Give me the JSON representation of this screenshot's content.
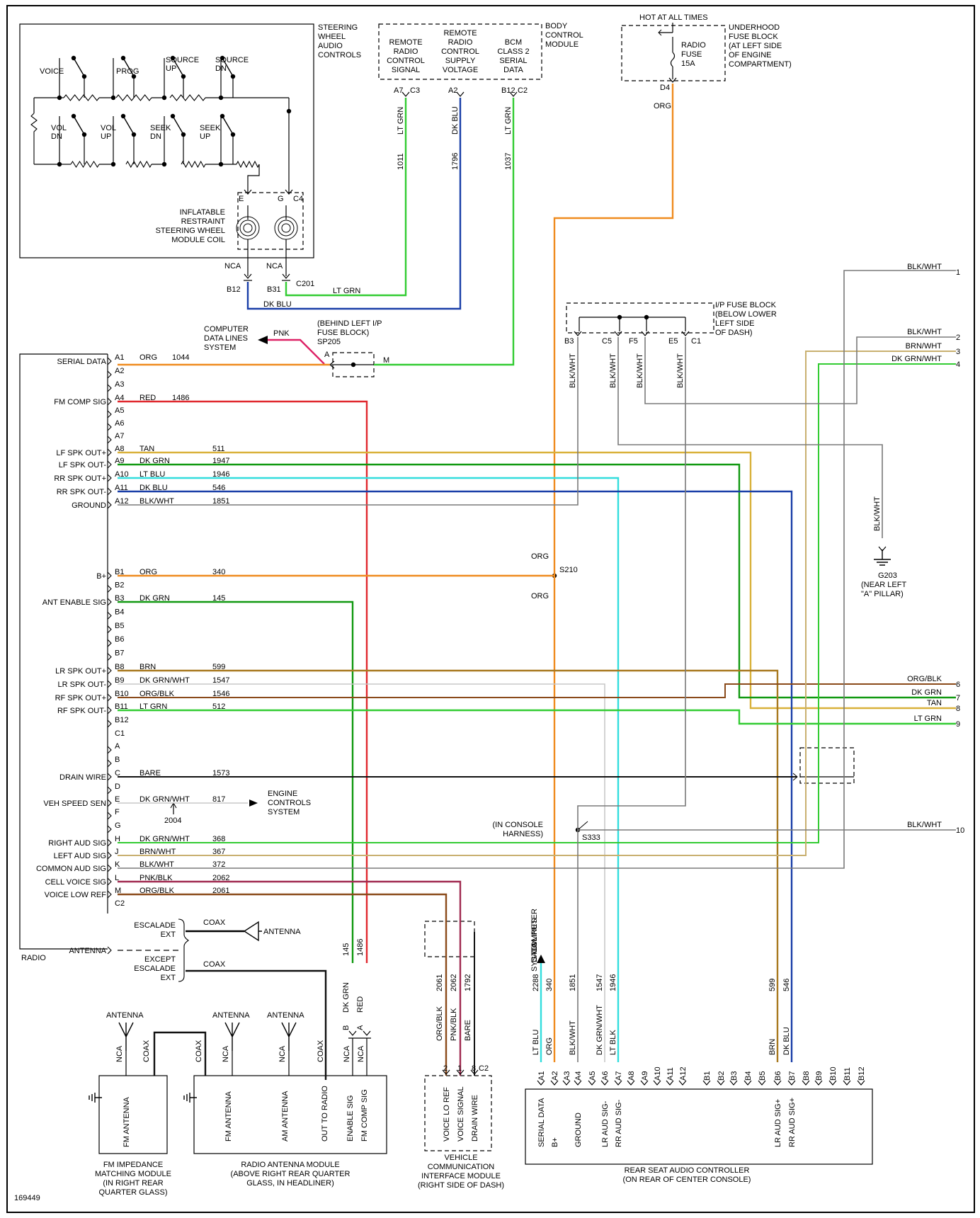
{
  "diagram_id": "169449",
  "swc": {
    "title": [
      "STEERING",
      "WHEEL",
      "AUDIO",
      "CONTROLS"
    ],
    "sw_top": [
      [
        "VOICE"
      ],
      [
        "PROG"
      ],
      [
        "SOURCE",
        "UP"
      ],
      [
        "SOURCE",
        "DN"
      ]
    ],
    "sw_bot": [
      [
        "VOL",
        "DN"
      ],
      [
        "VOL",
        "UP"
      ],
      [
        "SEEK",
        "DN"
      ],
      [
        "SEEK",
        "UP"
      ]
    ],
    "coil": [
      "INFLATABLE",
      "RESTRAINT",
      "STEERING WHEEL",
      "MODULE COIL"
    ],
    "pin_e": "E",
    "pin_g": "G",
    "conn_c4": "C4",
    "nca1": "NCA",
    "nca2": "NCA",
    "b12": "B12",
    "b31": "B31",
    "c201": "C201",
    "ltgrn": "LT GRN",
    "dkblu": "DK BLU"
  },
  "bcm": {
    "title": [
      "BODY",
      "CONTROL",
      "MODULE"
    ],
    "cols": [
      {
        "label": [
          "REMOTE",
          "RADIO",
          "CONTROL",
          "SIGNAL"
        ],
        "pin": "A7",
        "conn": "C3",
        "color": "LT GRN",
        "circuit": "1011"
      },
      {
        "label": [
          "REMOTE",
          "RADIO",
          "CONTROL",
          "SUPPLY",
          "VOLTAGE"
        ],
        "pin": "A2",
        "conn": "",
        "color": "DK BLU",
        "circuit": "1796"
      },
      {
        "label": [
          "BCM",
          "CLASS 2",
          "SERIAL",
          "DATA"
        ],
        "pin": "B12",
        "conn": "C2",
        "color": "LT GRN",
        "circuit": "1037"
      }
    ]
  },
  "fuse": {
    "hot": "HOT AT ALL TIMES",
    "name": [
      "RADIO",
      "FUSE",
      "15A"
    ],
    "loc": [
      "UNDERHOOD",
      "FUSE BLOCK",
      "(AT LEFT SIDE",
      "OF ENGINE",
      "COMPARTMENT)"
    ],
    "pin": "D4",
    "wire": "ORG"
  },
  "ipfuse": {
    "loc": [
      "I/P FUSE BLOCK",
      "(BELOW LOWER",
      "LEFT SIDE",
      "OF DASH)"
    ],
    "pins": [
      "B3",
      "C5",
      "F5",
      "E5",
      "C1"
    ],
    "wire": "BLK/WHT"
  },
  "computer_top": [
    "COMPUTER",
    "DATA LINES",
    "SYSTEM"
  ],
  "sp205": {
    "loc": [
      "(BEHIND LEFT I/P",
      "FUSE BLOCK)",
      "SP205"
    ],
    "wire": "PNK",
    "pa": "A",
    "pm": "M"
  },
  "radio": {
    "name": "RADIO",
    "rows": [
      {
        "pin": "A1",
        "label": "SERIAL DATA",
        "color": "ORG",
        "circuit": "1044"
      },
      {
        "pin": "A2",
        "label": "",
        "color": "",
        "circuit": ""
      },
      {
        "pin": "A3",
        "label": "",
        "color": "",
        "circuit": ""
      },
      {
        "pin": "A4",
        "label": "FM COMP SIG",
        "color": "RED",
        "circuit": "1486"
      },
      {
        "pin": "A5",
        "label": "",
        "color": "",
        "circuit": ""
      },
      {
        "pin": "A6",
        "label": "",
        "color": "",
        "circuit": ""
      },
      {
        "pin": "A7",
        "label": "",
        "color": "",
        "circuit": ""
      },
      {
        "pin": "A8",
        "label": "LF SPK OUT+",
        "color": "TAN",
        "circuit": "511"
      },
      {
        "pin": "A9",
        "label": "LF SPK OUT-",
        "color": "DK GRN",
        "circuit": "1947"
      },
      {
        "pin": "A10",
        "label": "RR SPK OUT+",
        "color": "LT BLU",
        "circuit": "1946"
      },
      {
        "pin": "A11",
        "label": "RR SPK OUT-",
        "color": "DK BLU",
        "circuit": "546"
      },
      {
        "pin": "A12",
        "label": "GROUND",
        "color": "BLK/WHT",
        "circuit": "1851"
      },
      {
        "pin": "B1",
        "label": "B+",
        "color": "ORG",
        "circuit": "340"
      },
      {
        "pin": "B2",
        "label": "",
        "color": "",
        "circuit": ""
      },
      {
        "pin": "B3",
        "label": "ANT ENABLE SIG",
        "color": "DK GRN",
        "circuit": "145"
      },
      {
        "pin": "B4",
        "label": "",
        "color": "",
        "circuit": ""
      },
      {
        "pin": "B5",
        "label": "",
        "color": "",
        "circuit": ""
      },
      {
        "pin": "B6",
        "label": "",
        "color": "",
        "circuit": ""
      },
      {
        "pin": "B7",
        "label": "",
        "color": "",
        "circuit": ""
      },
      {
        "pin": "B8",
        "label": "LR SPK OUT+",
        "color": "BRN",
        "circuit": "599"
      },
      {
        "pin": "B9",
        "label": "LR SPK OUT-",
        "color": "DK GRN/WHT",
        "circuit": "1547"
      },
      {
        "pin": "B10",
        "label": "RF SPK OUT+",
        "color": "ORG/BLK",
        "circuit": "1546"
      },
      {
        "pin": "B11",
        "label": "RF SPK OUT-",
        "color": "LT GRN",
        "circuit": "512"
      },
      {
        "pin": "B12",
        "label": "",
        "color": "",
        "circuit": ""
      },
      {
        "pin": "C1",
        "label": "",
        "color": "",
        "circuit": ""
      },
      {
        "pin": "A",
        "label": "",
        "color": "",
        "circuit": ""
      },
      {
        "pin": "B",
        "label": "",
        "color": "",
        "circuit": ""
      },
      {
        "pin": "C",
        "label": "DRAIN WIRE",
        "color": "BARE",
        "circuit": "1573"
      },
      {
        "pin": "D",
        "label": "",
        "color": "",
        "circuit": ""
      },
      {
        "pin": "E",
        "label": "VEH SPEED SEN",
        "color": "DK GRN/WHT",
        "circuit": "817"
      },
      {
        "pin": "F",
        "label": "",
        "color": "",
        "circuit": ""
      },
      {
        "pin": "G",
        "label": "",
        "color": "",
        "circuit": ""
      },
      {
        "pin": "H",
        "label": "RIGHT AUD SIG",
        "color": "DK GRN/WHT",
        "circuit": "368"
      },
      {
        "pin": "J",
        "label": "LEFT AUD SIG",
        "color": "BRN/WHT",
        "circuit": "367"
      },
      {
        "pin": "K",
        "label": "COMMON AUD SIG",
        "color": "BLK/WHT",
        "circuit": "372"
      },
      {
        "pin": "L",
        "label": "CELL VOICE SIG",
        "color": "PNK/BLK",
        "circuit": "2062"
      },
      {
        "pin": "M",
        "label": "VOICE LOW REF",
        "color": "ORG/BLK",
        "circuit": "2061"
      },
      {
        "pin": "C2",
        "label": "",
        "color": "",
        "circuit": ""
      }
    ],
    "antenna": "ANTENNA",
    "engine": [
      "ENGINE",
      "CONTROLS",
      "SYSTEM"
    ],
    "vss_circuit": "2004"
  },
  "s210": {
    "name": "S210",
    "top": "ORG",
    "bot": "ORG"
  },
  "s333": {
    "name": "S333",
    "loc": [
      "(IN CONSOLE",
      "HARNESS)"
    ]
  },
  "g203": {
    "wire": "BLK/WHT",
    "name": "G203",
    "loc": [
      "(NEAR LEFT",
      "\"A\" PILLAR)"
    ]
  },
  "refs": [
    {
      "label": "BLK/WHT",
      "num": "1"
    },
    {
      "label": "BLK/WHT",
      "num": "2"
    },
    {
      "label": "BRN/WHT",
      "num": "3"
    },
    {
      "label": "DK GRN/WHT",
      "num": "4"
    },
    {
      "label": "ORG/BLK",
      "num": "6"
    },
    {
      "label": "DK GRN",
      "num": "7"
    },
    {
      "label": "TAN",
      "num": "8"
    },
    {
      "label": "LT GRN",
      "num": "9"
    },
    {
      "label": "BLK/WHT",
      "num": "10"
    }
  ],
  "coax": {
    "escalade": [
      "ESCALADE",
      "EXT"
    ],
    "except": [
      "EXCEPT",
      "ESCALADE",
      "EXT"
    ],
    "coax": "COAX",
    "antenna": "ANTENNA"
  },
  "fm_mod": {
    "label": "FM ANTENNA",
    "name": [
      "FM IMPEDANCE",
      "MATCHING MODULE",
      "(IN RIGHT REAR",
      "QUARTER GLASS)"
    ],
    "antenna": "ANTENNA",
    "nca": "NCA",
    "coax": "COAX"
  },
  "ram": {
    "name": [
      "RADIO ANTENNA MODULE",
      "(ABOVE RIGHT REAR QUARTER",
      "GLASS, IN HEADLINER)"
    ],
    "labels": [
      "FM ANTENNA",
      "AM ANTENNA",
      "OUT TO RADIO",
      "ENABLE SIG",
      "FM COMP SIG"
    ],
    "antenna": "ANTENNA",
    "nca": "NCA",
    "coax": "COAX",
    "wires": [
      {
        "circuit": "145",
        "color": "DK GRN",
        "pin": "B"
      },
      {
        "circuit": "1486",
        "color": "RED",
        "pin": "A"
      }
    ]
  },
  "vcim": {
    "name": [
      "VEHICLE",
      "COMMUNICATION",
      "INTERFACE MODULE",
      "(RIGHT SIDE OF DASH)"
    ],
    "labels": [
      "VOICE LO REF",
      "VOICE SIGNAL",
      "DRAIN WIRE"
    ],
    "wires": [
      {
        "circuit": "2061",
        "color": "ORG/BLK",
        "pin": "2"
      },
      {
        "circuit": "2062",
        "color": "PNK/BLK",
        "pin": "1"
      },
      {
        "circuit": "1792",
        "color": "BARE",
        "pin": "8"
      }
    ],
    "conn": "C2"
  },
  "computer_bot": [
    "COMPUTER",
    "DATA LINES",
    "SYSTEM"
  ],
  "rsa": {
    "name": [
      "REAR SEAT AUDIO CONTROLLER",
      "(ON REAR OF CENTER CONSOLE)"
    ],
    "pins_a": [
      "A1",
      "A2",
      "A3",
      "A4",
      "A5",
      "A6",
      "A7",
      "A8",
      "A9",
      "A10",
      "A11",
      "A12"
    ],
    "pins_b": [
      "B1",
      "B2",
      "B3",
      "B4",
      "B5",
      "B6",
      "B7",
      "B8",
      "B9",
      "B10",
      "B11",
      "B12"
    ],
    "labels": [
      "SERIAL DATA",
      "B+",
      "GROUND",
      "LR AUD SIG-",
      "RR AUD SIG-",
      "LR AUD SIG+",
      "RR AUD SIG+"
    ],
    "wires": [
      {
        "circuit": "2288",
        "color": "LT BLU"
      },
      {
        "circuit": "340",
        "color": "ORG"
      },
      {
        "circuit": "1851",
        "color": "BLK/WHT"
      },
      {
        "circuit": "1547",
        "color": "DK GRN/WHT"
      },
      {
        "circuit": "1946",
        "color": "LT BLK"
      },
      {
        "circuit": "599",
        "color": "BRN"
      },
      {
        "circuit": "546",
        "color": "DK BLU"
      }
    ]
  },
  "colors": {
    "ltgrn": "#33cc33",
    "dkgrn": "#119911",
    "dkblu": "#1a3fa8",
    "org": "#ef8b1f",
    "red": "#e0282e",
    "tan": "#d9b13a",
    "ltblu": "#33dddd",
    "blkwht": "#7a7a7a",
    "brn": "#a8791f",
    "pnk": "#dd2266",
    "pnkblk": "#a02a50",
    "lgray": "#c8c8c8",
    "brnwht": "#c9b070",
    "orgblk": "#8a4a1a",
    "black": "#111111"
  }
}
